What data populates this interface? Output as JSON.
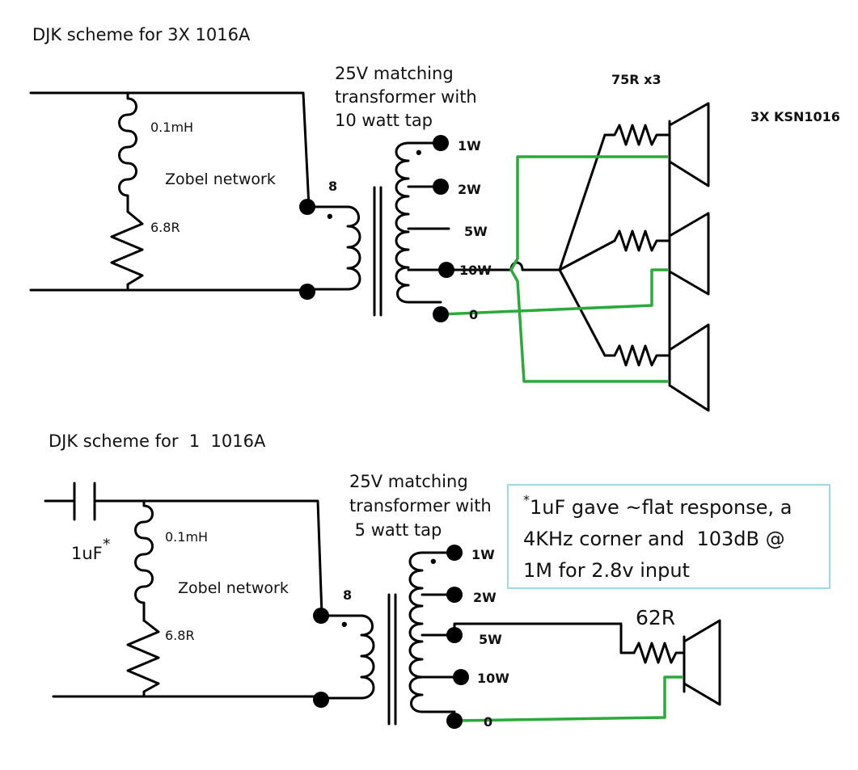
{
  "colors": {
    "wire": "#000000",
    "highlight": "#2aaa3a",
    "note_border": "#9fd9e8"
  },
  "top": {
    "title": "DJK scheme for 3X 1016A",
    "transformer_lines": [
      "25V matching",
      "transformer with",
      "10 watt tap"
    ],
    "inductor": "0.1mH",
    "zobel": "Zobel network",
    "resistor": "6.8R",
    "primary_tap": "8",
    "taps": [
      "1W",
      "2W",
      "5W",
      "10W",
      "0"
    ],
    "resistors": "75R x3",
    "speakers": "3X KSN1016"
  },
  "bottom": {
    "title": "DJK scheme for  1  1016A",
    "transformer_lines": [
      "25V matching",
      "transformer with",
      " 5 watt tap"
    ],
    "capacitor": "1uF",
    "capacitor_mark": "*",
    "inductor": "0.1mH",
    "zobel": "Zobel network",
    "resistor": "6.8R",
    "primary_tap": "8",
    "taps": [
      "1W",
      "2W",
      "5W",
      "10W",
      "0"
    ],
    "series_resistor": "62R"
  },
  "note": {
    "mark": "*",
    "lines": [
      "1uF gave ~flat response, a",
      "4KHz corner and  103dB @",
      "1M for 2.8v input"
    ]
  }
}
